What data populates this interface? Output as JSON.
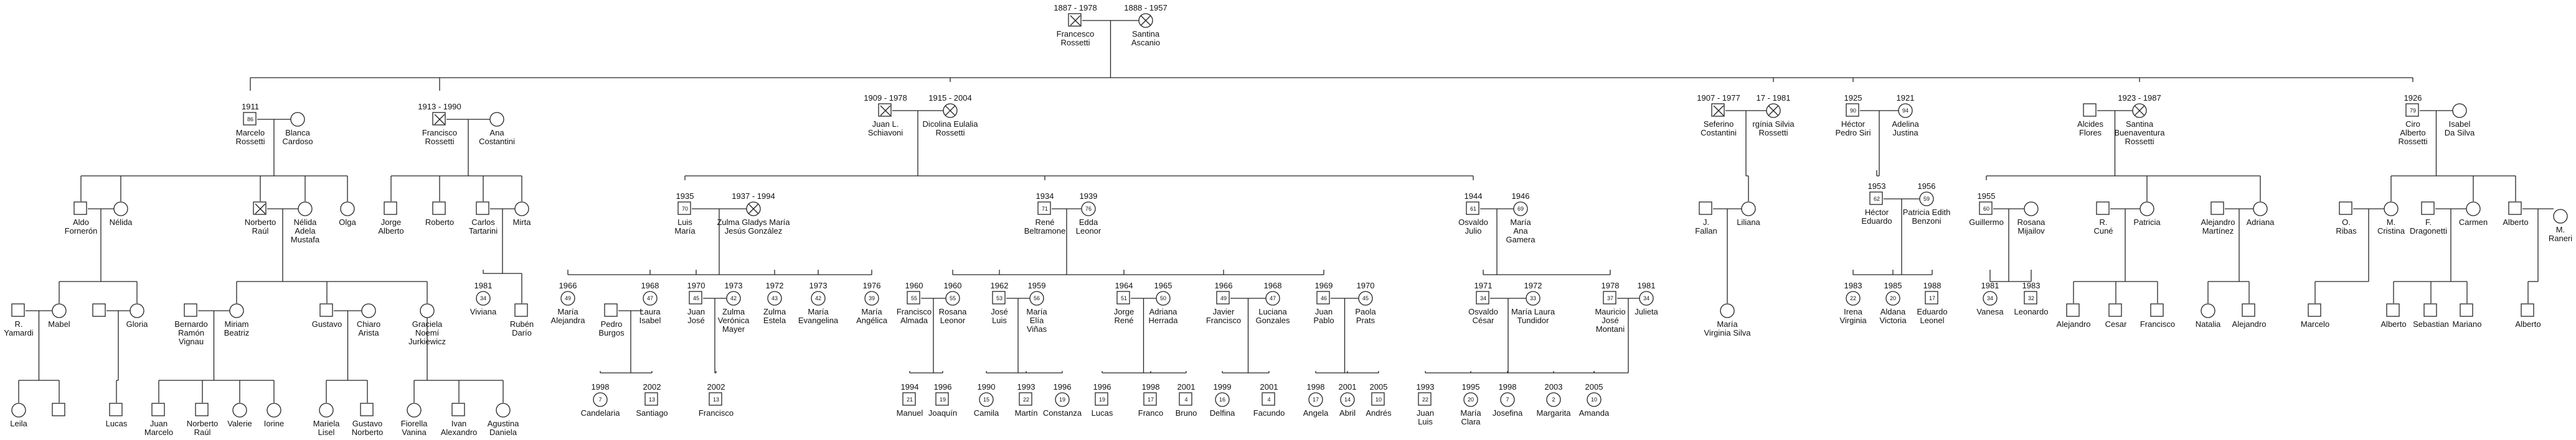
{
  "persons": [
    {
      "id": "p1",
      "sex": "M",
      "deceased": true,
      "years": "1887 - 1978",
      "name": [
        "Francesco",
        "Rossetti"
      ]
    },
    {
      "id": "p2",
      "sex": "F",
      "deceased": true,
      "years": "1888 - 1957",
      "name": [
        "Santina",
        "Ascanio"
      ]
    },
    {
      "id": "g1a",
      "sex": "M",
      "age": "86",
      "years": "1911",
      "name": [
        "Marcelo",
        "Rossetti"
      ]
    },
    {
      "id": "g1b",
      "sex": "F",
      "name": [
        "Blanca",
        "Cardoso"
      ]
    },
    {
      "id": "g2a",
      "sex": "M",
      "deceased": true,
      "years": "1913 - 1990",
      "name": [
        "Francisco",
        "Rossetti"
      ]
    },
    {
      "id": "g2b",
      "sex": "F",
      "name": [
        "Ana",
        "Costantini"
      ]
    },
    {
      "id": "g3a",
      "sex": "M",
      "deceased": true,
      "years": "1909 - 1978",
      "name": [
        "Juan L.",
        "Schiavoni"
      ]
    },
    {
      "id": "g3b",
      "sex": "F",
      "deceased": true,
      "years": "1915 - 2004",
      "name": [
        "Dicolina Eulalia",
        "Rossetti"
      ]
    },
    {
      "id": "g4a",
      "sex": "M",
      "deceased": true,
      "years": "1907 - 1977",
      "name": [
        "Seferino",
        "Costantini"
      ]
    },
    {
      "id": "g4b",
      "sex": "F",
      "deceased": true,
      "years": "17 - 1981",
      "name": [
        "rgínia Silvia",
        "Rossetti"
      ]
    },
    {
      "id": "g5a",
      "sex": "M",
      "age": "90",
      "years": "1925",
      "name": [
        "Héctor",
        "Pedro Siri"
      ]
    },
    {
      "id": "g5b",
      "sex": "F",
      "age": "94",
      "years": "1921",
      "name": [
        "Adelina",
        "Justina"
      ]
    },
    {
      "id": "g6a",
      "sex": "M",
      "name": [
        "Alcides",
        "Flores"
      ]
    },
    {
      "id": "g6b",
      "sex": "F",
      "deceased": true,
      "years": "1923 - 1987",
      "name": [
        "Santina",
        "Buenaventura",
        "Rossetti"
      ]
    },
    {
      "id": "g7a",
      "sex": "M",
      "age": "79",
      "years": "1926",
      "name": [
        "Ciro",
        "Alberto",
        "Rossetti"
      ]
    },
    {
      "id": "g7b",
      "sex": "F",
      "name": [
        "Isabel",
        "Da Silva"
      ]
    },
    {
      "id": "a1",
      "sex": "M",
      "name": [
        "Aldo",
        "Fornerón"
      ]
    },
    {
      "id": "a2",
      "sex": "F",
      "name": [
        "Nélida"
      ]
    },
    {
      "id": "a3",
      "sex": "M",
      "deceased": true,
      "name": [
        "Norberto",
        "Raúl"
      ]
    },
    {
      "id": "a4",
      "sex": "F",
      "name": [
        "Nélida",
        "Adela",
        "Mustafa"
      ]
    },
    {
      "id": "a5",
      "sex": "F",
      "name": [
        "Olga"
      ]
    },
    {
      "id": "b1",
      "sex": "M",
      "name": [
        "Jorge",
        "Alberto"
      ]
    },
    {
      "id": "b2",
      "sex": "M",
      "name": [
        "Roberto"
      ]
    },
    {
      "id": "b3",
      "sex": "M",
      "name": [
        "Carlos",
        "Tartarini"
      ]
    },
    {
      "id": "b4",
      "sex": "F",
      "name": [
        "Mirta"
      ]
    },
    {
      "id": "c1",
      "sex": "M",
      "age": "70",
      "years": "1935",
      "name": [
        "Luis",
        "María"
      ]
    },
    {
      "id": "c2",
      "sex": "F",
      "deceased": true,
      "years": "1937 - 1994",
      "name": [
        "Zulma Gladys María",
        "Jesús González"
      ]
    },
    {
      "id": "c3",
      "sex": "M",
      "age": "71",
      "years": "1934",
      "name": [
        "René",
        "Beltramone"
      ]
    },
    {
      "id": "c4",
      "sex": "F",
      "age": "76",
      "years": "1939",
      "name": [
        "Edda",
        "Leonor"
      ]
    },
    {
      "id": "c5",
      "sex": "M",
      "age": "61",
      "years": "1944",
      "name": [
        "Osvaldo",
        "Julio"
      ]
    },
    {
      "id": "c6",
      "sex": "F",
      "age": "69",
      "years": "1946",
      "name": [
        "María",
        "Ana",
        "Gamera"
      ]
    },
    {
      "id": "d1",
      "sex": "M",
      "name": [
        "J.",
        "Fallan"
      ]
    },
    {
      "id": "d2",
      "sex": "F",
      "name": [
        "Liliana"
      ]
    },
    {
      "id": "e1",
      "sex": "M",
      "age": "62",
      "years": "1953",
      "name": [
        "Héctor",
        "Eduardo"
      ]
    },
    {
      "id": "e2",
      "sex": "F",
      "age": "59",
      "years": "1956",
      "name": [
        "Patricia Edith",
        "Benzoni"
      ]
    },
    {
      "id": "f1",
      "sex": "M",
      "age": "60",
      "years": "1955",
      "name": [
        "Guillermo"
      ]
    },
    {
      "id": "f2",
      "sex": "F",
      "name": [
        "Rosana",
        "Mijailov"
      ]
    },
    {
      "id": "f3",
      "sex": "M",
      "name": [
        "R.",
        "Cuné"
      ]
    },
    {
      "id": "f4",
      "sex": "F",
      "name": [
        "Patricia"
      ]
    },
    {
      "id": "f5",
      "sex": "M",
      "name": [
        "Alejandro",
        "Martínez"
      ]
    },
    {
      "id": "f6",
      "sex": "F",
      "name": [
        "Adriana"
      ]
    },
    {
      "id": "h1",
      "sex": "M",
      "name": [
        "O.",
        "Ribas"
      ]
    },
    {
      "id": "h2",
      "sex": "F",
      "name": [
        "M.",
        "Cristina"
      ]
    },
    {
      "id": "h3",
      "sex": "M",
      "name": [
        "F.",
        "Dragonetti"
      ]
    },
    {
      "id": "h4",
      "sex": "F",
      "name": [
        "Carmen"
      ]
    },
    {
      "id": "h5",
      "sex": "M",
      "name": [
        "Alberto"
      ]
    },
    {
      "id": "h6",
      "sex": "F",
      "name": [
        "M.",
        "Raneri"
      ]
    },
    {
      "id": "i1",
      "sex": "M",
      "name": [
        "R.",
        "Yamardi"
      ]
    },
    {
      "id": "i2",
      "sex": "F",
      "name": [
        "Mabel"
      ]
    },
    {
      "id": "i3",
      "sex": "M",
      "name": []
    },
    {
      "id": "i4",
      "sex": "F",
      "name": [
        "Gloria"
      ]
    },
    {
      "id": "i5",
      "sex": "M",
      "name": [
        "Bernardo",
        "Ramón",
        "Vignau"
      ]
    },
    {
      "id": "i6",
      "sex": "F",
      "name": [
        "Miriam",
        "Beatriz"
      ]
    },
    {
      "id": "i7",
      "sex": "M",
      "name": [
        "Gustavo"
      ]
    },
    {
      "id": "i8",
      "sex": "F",
      "name": [
        "Chiaro",
        "Arista"
      ]
    },
    {
      "id": "i9",
      "sex": "F",
      "name": [
        "Graciela",
        "Noemí",
        "Jurkiewicz"
      ]
    },
    {
      "id": "j1",
      "sex": "F",
      "age": "34",
      "years": "1981",
      "name": [
        "Viviana"
      ]
    },
    {
      "id": "j2",
      "sex": "M",
      "name": [
        "Rubén",
        "Darío"
      ]
    },
    {
      "id": "k1",
      "sex": "F",
      "age": "49",
      "years": "1966",
      "name": [
        "María",
        "Alejandra"
      ]
    },
    {
      "id": "k2",
      "sex": "M",
      "name": [
        "Pedro",
        "Burgos"
      ]
    },
    {
      "id": "k3",
      "sex": "F",
      "age": "47",
      "years": "1968",
      "name": [
        "Laura",
        "Isabel"
      ]
    },
    {
      "id": "k4",
      "sex": "M",
      "age": "45",
      "years": "1970",
      "name": [
        "Juan",
        "José"
      ]
    },
    {
      "id": "k5",
      "sex": "F",
      "age": "42",
      "years": "1973",
      "name": [
        "Zulma",
        "Verónica",
        "Mayer"
      ]
    },
    {
      "id": "k6",
      "sex": "F",
      "age": "43",
      "years": "1972",
      "name": [
        "Zulma",
        "Estela"
      ]
    },
    {
      "id": "k7",
      "sex": "F",
      "age": "42",
      "years": "1973",
      "name": [
        "María",
        "Evangelina"
      ]
    },
    {
      "id": "k8",
      "sex": "F",
      "age": "39",
      "years": "1976",
      "name": [
        "María",
        "Angélica"
      ]
    },
    {
      "id": "l1",
      "sex": "M",
      "age": "55",
      "years": "1960",
      "name": [
        "Francisco",
        "Almada"
      ]
    },
    {
      "id": "l2",
      "sex": "F",
      "age": "55",
      "years": "1960",
      "name": [
        "Rosana",
        "Leonor"
      ]
    },
    {
      "id": "l3",
      "sex": "M",
      "age": "53",
      "years": "1962",
      "name": [
        "José",
        "Luis"
      ]
    },
    {
      "id": "l4",
      "sex": "F",
      "age": "56",
      "years": "1959",
      "name": [
        "María",
        "Elía",
        "Viñas"
      ]
    },
    {
      "id": "l5",
      "sex": "M",
      "age": "51",
      "years": "1964",
      "name": [
        "Jorge",
        "René"
      ]
    },
    {
      "id": "l6",
      "sex": "F",
      "age": "50",
      "years": "1965",
      "name": [
        "Adriana",
        "Herrada"
      ]
    },
    {
      "id": "l7",
      "sex": "M",
      "age": "49",
      "years": "1966",
      "name": [
        "Javier",
        "Francisco"
      ]
    },
    {
      "id": "l8",
      "sex": "F",
      "age": "47",
      "years": "1968",
      "name": [
        "Luciana",
        "Gonzales"
      ]
    },
    {
      "id": "l9",
      "sex": "M",
      "age": "46",
      "years": "1969",
      "name": [
        "Juan",
        "Pablo"
      ]
    },
    {
      "id": "l10",
      "sex": "F",
      "age": "45",
      "years": "1970",
      "name": [
        "Paola",
        "Prats"
      ]
    },
    {
      "id": "m1",
      "sex": "M",
      "age": "34",
      "years": "1971",
      "name": [
        "Osvaldo",
        "César"
      ]
    },
    {
      "id": "m2",
      "sex": "F",
      "age": "33",
      "years": "1972",
      "name": [
        "María Laura",
        "Tundidor"
      ]
    },
    {
      "id": "m3",
      "sex": "M",
      "age": "37",
      "years": "1978",
      "name": [
        "Mauricio",
        "José",
        "Montani"
      ]
    },
    {
      "id": "m4",
      "sex": "F",
      "age": "34",
      "years": "1981",
      "name": [
        "Julieta"
      ]
    },
    {
      "id": "n1",
      "sex": "F",
      "name": [
        "María",
        "Virginia Silva"
      ]
    },
    {
      "id": "n2",
      "sex": "F",
      "age": "22",
      "years": "1983",
      "name": [
        "Irena",
        "Virginia"
      ]
    },
    {
      "id": "n3",
      "sex": "F",
      "age": "20",
      "years": "1985",
      "name": [
        "Aldana",
        "Victoria"
      ]
    },
    {
      "id": "n4",
      "sex": "M",
      "age": "17",
      "years": "1988",
      "name": [
        "Eduardo",
        "Leonel"
      ]
    },
    {
      "id": "n5",
      "sex": "F",
      "age": "34",
      "years": "1981",
      "name": [
        "Vanesa"
      ]
    },
    {
      "id": "n6",
      "sex": "M",
      "age": "32",
      "years": "1983",
      "name": [
        "Leonardo"
      ]
    },
    {
      "id": "n7",
      "sex": "M",
      "name": [
        "Alejandro"
      ]
    },
    {
      "id": "n8",
      "sex": "M",
      "name": [
        "Cesar"
      ]
    },
    {
      "id": "n9",
      "sex": "M",
      "name": [
        "Francisco"
      ]
    },
    {
      "id": "n10",
      "sex": "F",
      "name": [
        "Natalia"
      ]
    },
    {
      "id": "n11",
      "sex": "M",
      "name": [
        "Alejandro"
      ]
    },
    {
      "id": "n12",
      "sex": "M",
      "name": [
        "Marcelo"
      ]
    },
    {
      "id": "n13",
      "sex": "M",
      "name": [
        "Alberto"
      ]
    },
    {
      "id": "n14",
      "sex": "M",
      "name": [
        "Sebastian"
      ]
    },
    {
      "id": "n15",
      "sex": "M",
      "name": [
        "Mariano"
      ]
    },
    {
      "id": "n16",
      "sex": "M",
      "name": [
        "Alberto"
      ]
    },
    {
      "id": "q1",
      "sex": "F",
      "name": [
        "Leila"
      ]
    },
    {
      "id": "q2",
      "sex": "M",
      "name": []
    },
    {
      "id": "q3",
      "sex": "M",
      "name": [
        "Lucas"
      ]
    },
    {
      "id": "q4",
      "sex": "M",
      "name": [
        "Juan",
        "Marcelo"
      ]
    },
    {
      "id": "q5",
      "sex": "M",
      "name": [
        "Norberto",
        "Raúl"
      ]
    },
    {
      "id": "q6",
      "sex": "F",
      "name": [
        "Valerie"
      ]
    },
    {
      "id": "q7",
      "sex": "F",
      "name": [
        "Iorine"
      ]
    },
    {
      "id": "q8",
      "sex": "F",
      "name": [
        "Mariela",
        "Lisel"
      ]
    },
    {
      "id": "q9",
      "sex": "M",
      "name": [
        "Gustavo",
        "Norberto"
      ]
    },
    {
      "id": "q10",
      "sex": "F",
      "name": [
        "Fiorella",
        "Vanina"
      ]
    },
    {
      "id": "q11",
      "sex": "M",
      "name": [
        "Ivan",
        "Alexandro"
      ]
    },
    {
      "id": "q12",
      "sex": "F",
      "name": [
        "Agustina",
        "Daniela"
      ]
    },
    {
      "id": "r1",
      "sex": "F",
      "age": "7",
      "years": "1998",
      "name": [
        "Candelaria"
      ]
    },
    {
      "id": "r2",
      "sex": "M",
      "age": "13",
      "years": "2002",
      "name": [
        "Santiago"
      ]
    },
    {
      "id": "r3",
      "sex": "M",
      "age": "13",
      "years": "2002",
      "name": [
        "Francisco"
      ]
    },
    {
      "id": "s1",
      "sex": "M",
      "age": "21",
      "years": "1994",
      "name": [
        "Manuel"
      ]
    },
    {
      "id": "s2",
      "sex": "M",
      "age": "19",
      "years": "1996",
      "name": [
        "Joaquín"
      ]
    },
    {
      "id": "s3",
      "sex": "F",
      "age": "15",
      "years": "1990",
      "name": [
        "Camila"
      ]
    },
    {
      "id": "s4",
      "sex": "M",
      "age": "22",
      "years": "1993",
      "name": [
        "Martín"
      ]
    },
    {
      "id": "s5",
      "sex": "F",
      "age": "19",
      "years": "1996",
      "name": [
        "Constanza"
      ]
    },
    {
      "id": "s6",
      "sex": "M",
      "age": "19",
      "years": "1996",
      "name": [
        "Lucas"
      ]
    },
    {
      "id": "s7",
      "sex": "M",
      "age": "17",
      "years": "1998",
      "name": [
        "Franco"
      ]
    },
    {
      "id": "s8",
      "sex": "M",
      "age": "4",
      "years": "2001",
      "name": [
        "Bruno"
      ]
    },
    {
      "id": "s9",
      "sex": "F",
      "age": "16",
      "years": "1999",
      "name": [
        "Delfina"
      ]
    },
    {
      "id": "s10",
      "sex": "M",
      "age": "4",
      "years": "2001",
      "name": [
        "Facundo"
      ]
    },
    {
      "id": "s11",
      "sex": "F",
      "age": "17",
      "years": "1998",
      "name": [
        "Angela"
      ]
    },
    {
      "id": "s12",
      "sex": "F",
      "age": "14",
      "years": "2001",
      "name": [
        "Abril"
      ]
    },
    {
      "id": "s13",
      "sex": "M",
      "age": "10",
      "years": "2005",
      "name": [
        "Andrés"
      ]
    },
    {
      "id": "s14",
      "sex": "M",
      "age": "22",
      "years": "1993",
      "name": [
        "Juan",
        "Luis"
      ]
    },
    {
      "id": "s15",
      "sex": "F",
      "age": "20",
      "years": "1995",
      "name": [
        "María",
        "Clara"
      ]
    },
    {
      "id": "s16",
      "sex": "F",
      "age": "7",
      "years": "1998",
      "name": [
        "Josefina"
      ]
    },
    {
      "id": "s17",
      "sex": "F",
      "age": "2",
      "years": "2003",
      "name": [
        "Margarita"
      ]
    },
    {
      "id": "s18",
      "sex": "F",
      "age": "10",
      "years": "2005",
      "name": [
        "Amanda"
      ]
    }
  ]
}
